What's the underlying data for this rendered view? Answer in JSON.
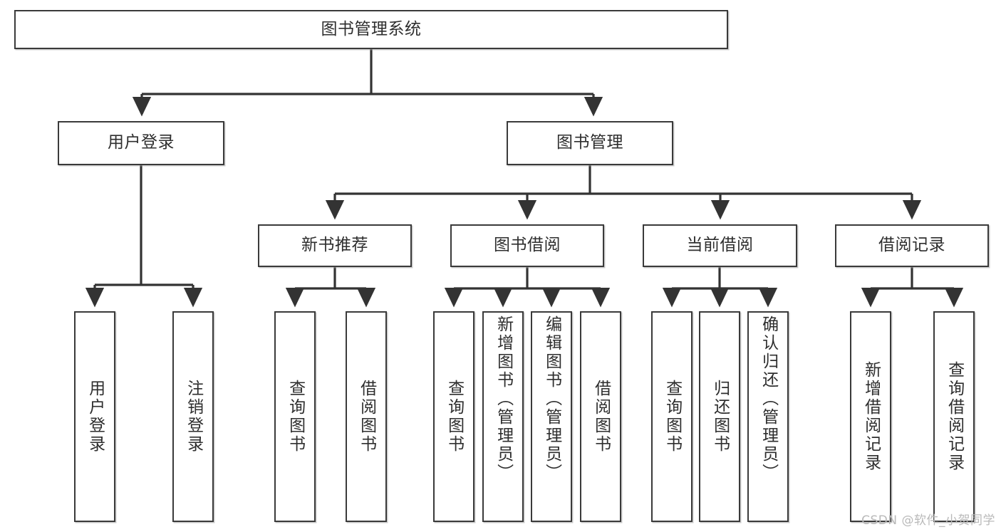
{
  "diagram": {
    "title": "图书管理系统",
    "type": "tree-hierarchy-chart",
    "watermark": "CSDN @软件_小贺同学",
    "colors": {
      "node_border": "#3a3a3a",
      "node_fill": "#ffffff",
      "edge": "#333333",
      "text": "#2e2e2e",
      "watermark": "#b9b9b9",
      "background": "#ffffff"
    },
    "nodes": {
      "root": {
        "label": "图书管理系统"
      },
      "level2": [
        {
          "id": "user-login",
          "label": "用户登录"
        },
        {
          "id": "book-manage",
          "label": "图书管理"
        }
      ],
      "level3": [
        {
          "id": "new-book-recommend",
          "label": "新书推荐"
        },
        {
          "id": "book-borrow",
          "label": "图书借阅"
        },
        {
          "id": "current-borrow",
          "label": "当前借阅"
        },
        {
          "id": "borrow-record",
          "label": "借阅记录"
        }
      ],
      "leaves": {
        "user_login": [
          {
            "id": "leaf-user-login",
            "label": "用户登录"
          },
          {
            "id": "leaf-logout-login",
            "label": "注销登录"
          }
        ],
        "new_book_recommend": [
          {
            "id": "leaf-query-book-1",
            "label": "查询图书"
          },
          {
            "id": "leaf-borrow-book-1",
            "label": "借阅图书"
          }
        ],
        "book_borrow": [
          {
            "id": "leaf-query-book-2",
            "label": "查询图书"
          },
          {
            "id": "leaf-add-book",
            "label": "新增图书（管理员）"
          },
          {
            "id": "leaf-edit-book",
            "label": "编辑图书（管理员）"
          },
          {
            "id": "leaf-borrow-book-2",
            "label": "借阅图书"
          }
        ],
        "current_borrow": [
          {
            "id": "leaf-query-book-3",
            "label": "查询图书"
          },
          {
            "id": "leaf-return-book",
            "label": "归还图书"
          },
          {
            "id": "leaf-confirm-return",
            "label": "确认归还（管理员）"
          }
        ],
        "borrow_record": [
          {
            "id": "leaf-add-record",
            "label": "新增借阅记录"
          },
          {
            "id": "leaf-query-record",
            "label": "查询借阅记录"
          }
        ]
      }
    }
  }
}
